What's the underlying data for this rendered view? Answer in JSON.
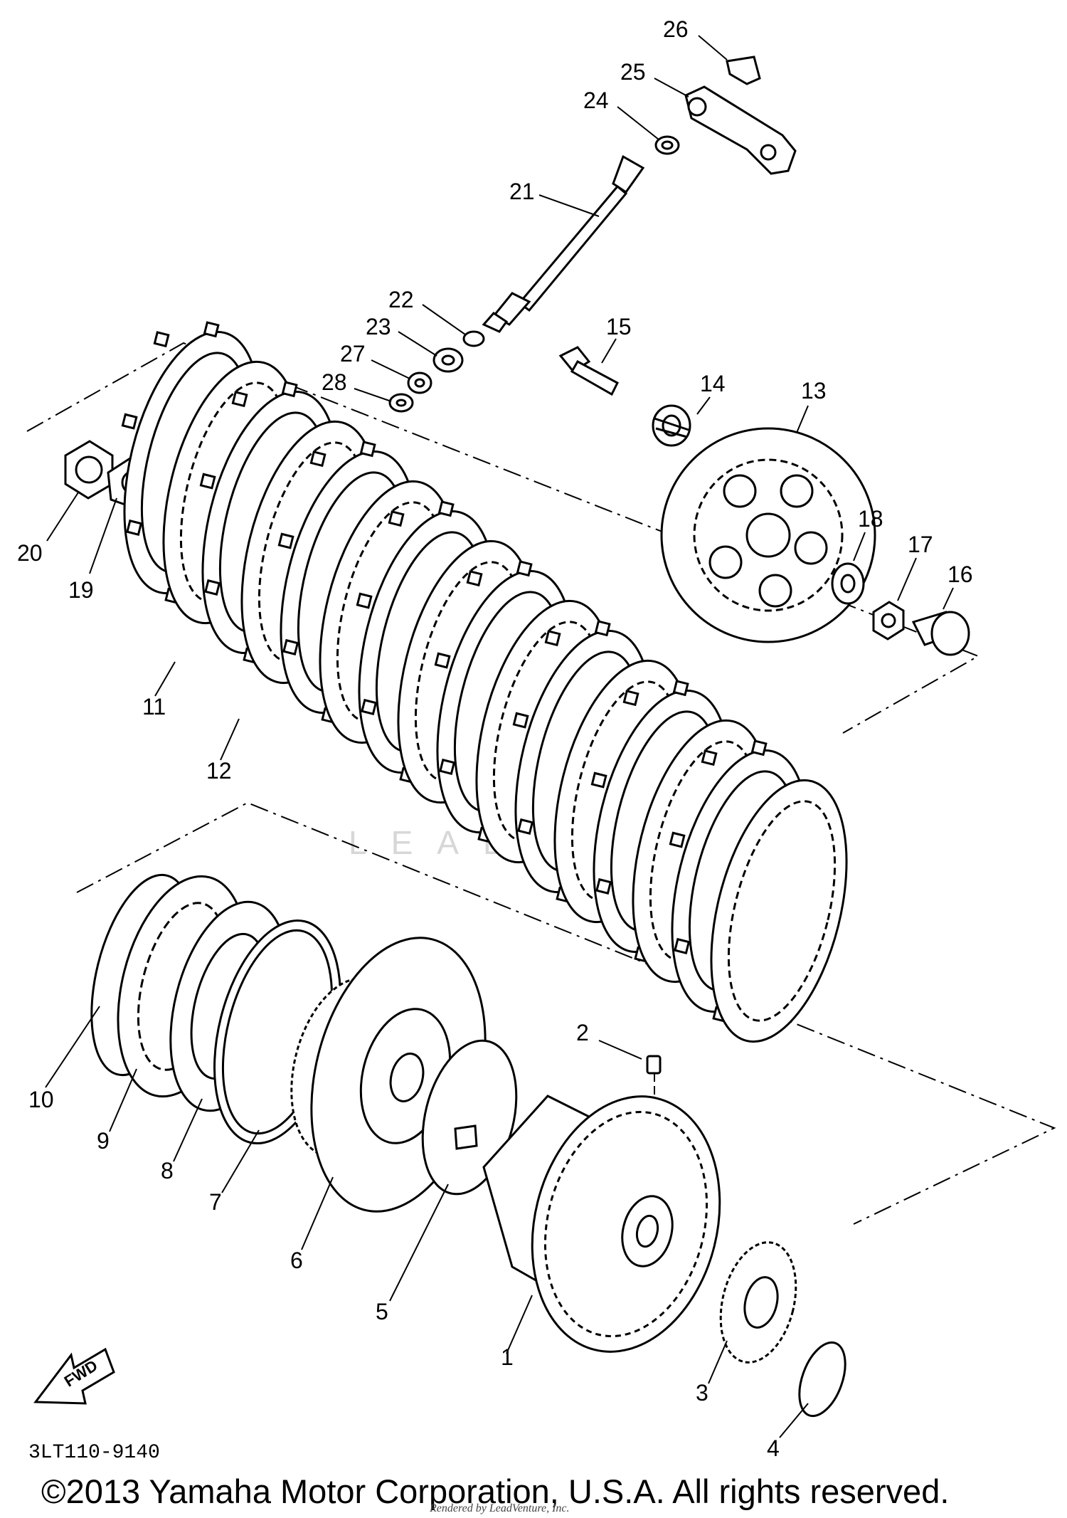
{
  "diagram": {
    "part_code": "3LT110-9140",
    "copyright": "©2013 Yamaha Motor Corporation, U.S.A. All rights reserved.",
    "rendered_by": "Rendered by LeadVenture, Inc.",
    "watermark": "LEADVENTURE",
    "forward_label": "FWD",
    "callouts": [
      {
        "id": "c1",
        "label": "1"
      },
      {
        "id": "c2",
        "label": "2"
      },
      {
        "id": "c3",
        "label": "3"
      },
      {
        "id": "c4",
        "label": "4"
      },
      {
        "id": "c5",
        "label": "5"
      },
      {
        "id": "c6",
        "label": "6"
      },
      {
        "id": "c7",
        "label": "7"
      },
      {
        "id": "c8",
        "label": "8"
      },
      {
        "id": "c9",
        "label": "9"
      },
      {
        "id": "c10",
        "label": "10"
      },
      {
        "id": "c11",
        "label": "11"
      },
      {
        "id": "c12",
        "label": "12"
      },
      {
        "id": "c13",
        "label": "13"
      },
      {
        "id": "c14",
        "label": "14"
      },
      {
        "id": "c15",
        "label": "15"
      },
      {
        "id": "c16",
        "label": "16"
      },
      {
        "id": "c17",
        "label": "17"
      },
      {
        "id": "c18",
        "label": "18"
      },
      {
        "id": "c19",
        "label": "19"
      },
      {
        "id": "c20",
        "label": "20"
      },
      {
        "id": "c21",
        "label": "21"
      },
      {
        "id": "c22",
        "label": "22"
      },
      {
        "id": "c23",
        "label": "23"
      },
      {
        "id": "c24",
        "label": "24"
      },
      {
        "id": "c25",
        "label": "25"
      },
      {
        "id": "c26",
        "label": "26"
      },
      {
        "id": "c27",
        "label": "27"
      },
      {
        "id": "c28",
        "label": "28"
      }
    ]
  }
}
